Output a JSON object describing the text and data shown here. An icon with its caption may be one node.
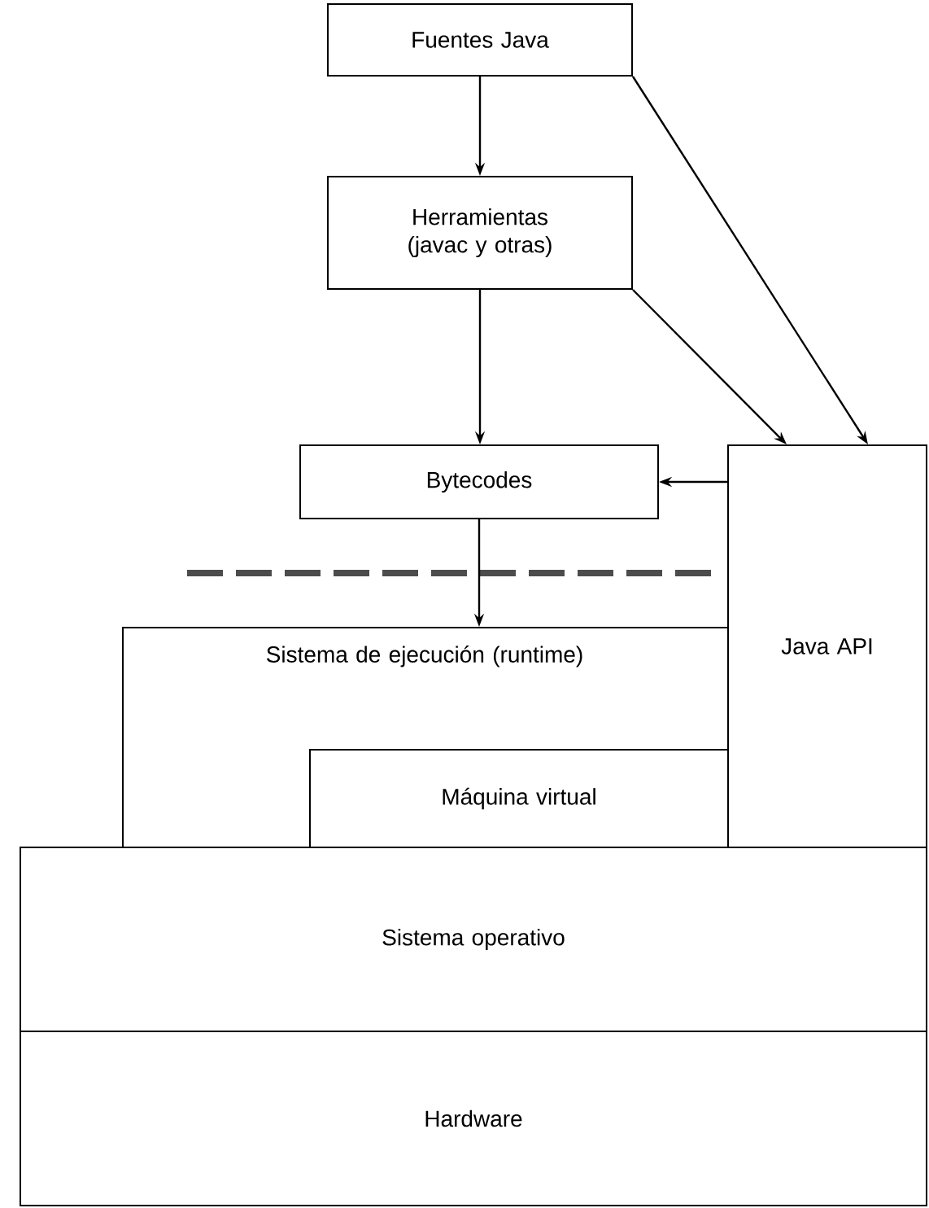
{
  "diagram": {
    "nodes": [
      {
        "text": [
          "Fuentes Java"
        ]
      },
      {
        "text": [
          "Herramientas (javac y otras)"
        ]
      },
      {
        "text": [
          "Bytecodes"
        ]
      },
      {
        "text": [
          "Java API"
        ]
      },
      {
        "text": [
          "Sistema de ejecución (runtime)"
        ]
      },
      {
        "text": [
          "Máquina virtual"
        ],
        "in": 4
      },
      {
        "text": [
          "Sistema operativo"
        ]
      },
      {
        "text": [
          "Hardware"
        ]
      }
    ],
    "edges": [
      {
        "from": 0,
        "to": 1,
        "arrow": "to"
      },
      {
        "from": 1,
        "to": 2,
        "arrow": "to"
      },
      {
        "from": 0,
        "to": 3,
        "arrow": "to"
      },
      {
        "from": 1,
        "to": 3,
        "arrow": "to"
      },
      {
        "from": 3,
        "to": 2,
        "arrow": "to"
      },
      {
        "from": 2,
        "to": 4,
        "arrow": "to"
      }
    ]
  }
}
